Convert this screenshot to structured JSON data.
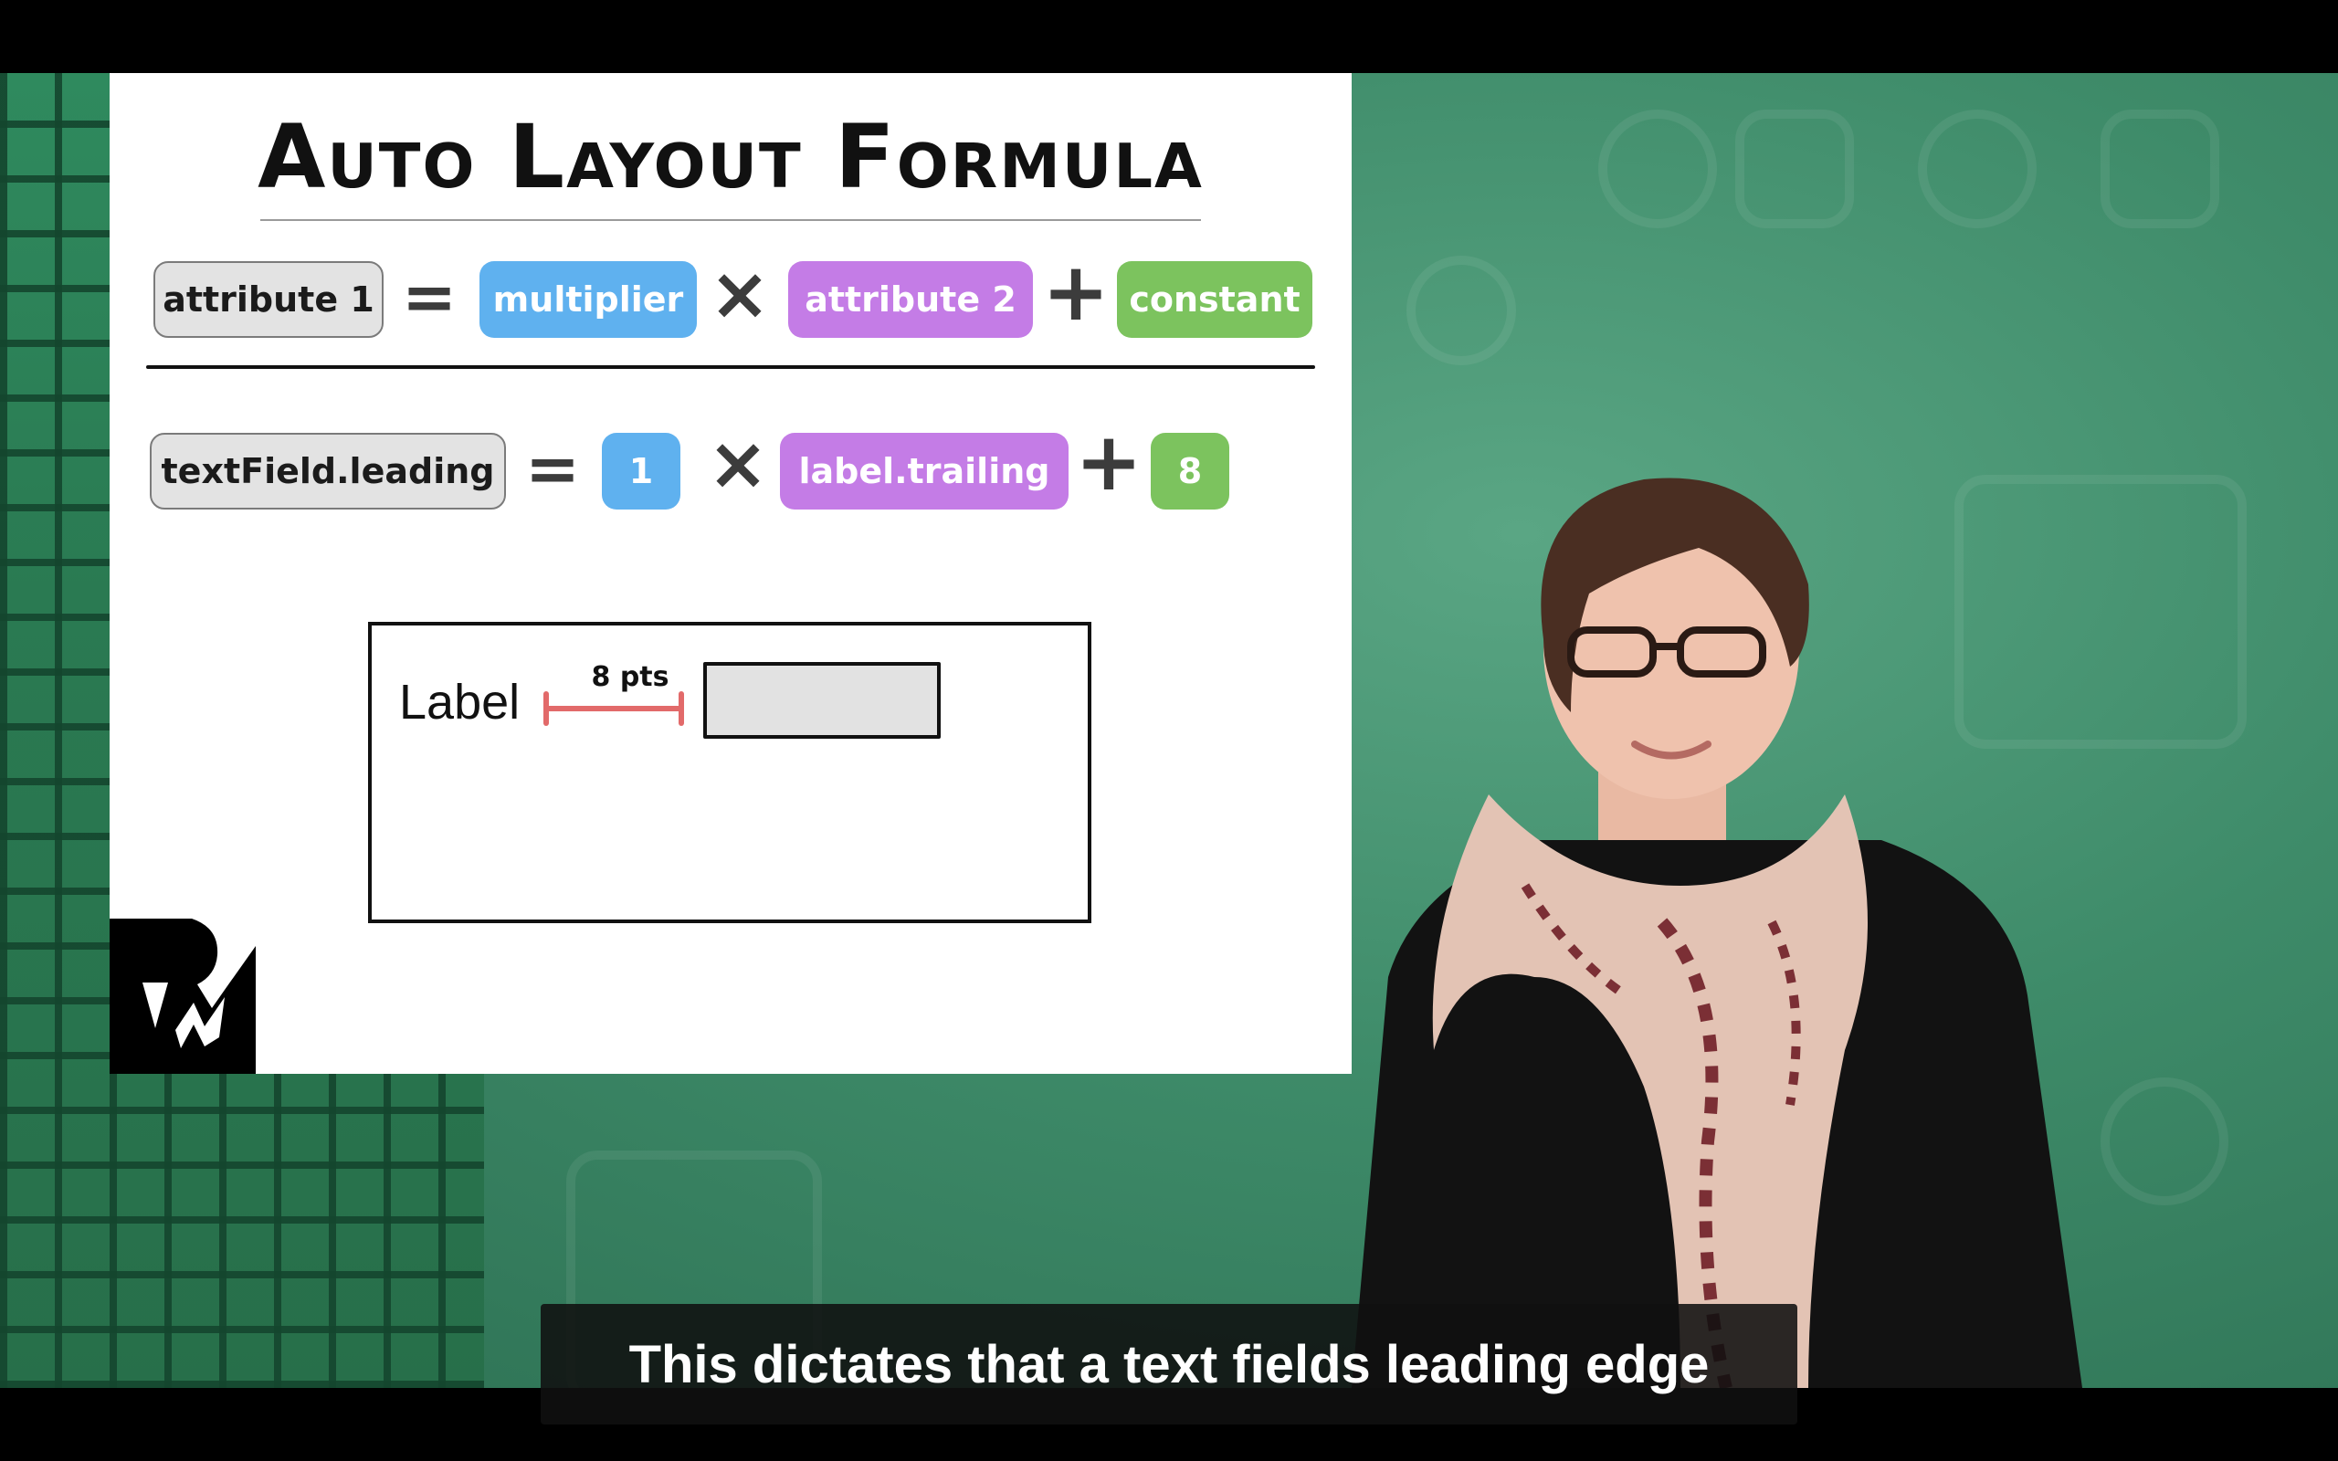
{
  "slide": {
    "title": "Auto Layout Formula",
    "formula_general": {
      "attribute1": "attribute 1",
      "equals": "=",
      "multiplier": "multiplier",
      "times": "×",
      "attribute2": "attribute 2",
      "plus": "+",
      "constant": "constant"
    },
    "formula_example": {
      "attribute1": "textField.leading",
      "equals": "=",
      "multiplier": "1",
      "times": "×",
      "attribute2": "label.trailing",
      "plus": "+",
      "constant": "8"
    },
    "diagram": {
      "label_text": "Label",
      "spacing_text": "8 pts"
    },
    "colors": {
      "attribute": "#e3e3e3",
      "multiplier": "#5fb1ef",
      "attribute2": "#c47ce6",
      "constant": "#7cc35e",
      "measure": "#e26a6a"
    }
  },
  "logo": {
    "icon": "raywenderlich-logo-icon"
  },
  "caption": {
    "text": "This dictates that a text fields leading edge"
  }
}
